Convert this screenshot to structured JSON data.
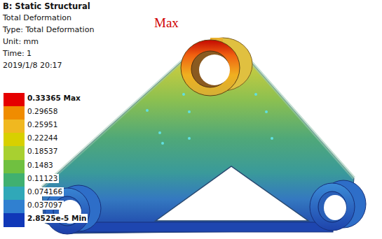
{
  "diagram": {
    "title": "B: Static Structural",
    "labels": [
      "Total Deformation",
      "Type: Total Deformation",
      "Unit: mm",
      "Time: 1",
      "2019/1/8 20:17",
      "Max"
    ],
    "legend": [
      {
        "text": "0.33365 Max",
        "color": "#e50000"
      },
      {
        "text": "0.29658",
        "color": "#f08c00"
      },
      {
        "text": "0.25951",
        "color": "#f0b820"
      },
      {
        "text": "0.22244",
        "color": "#d8d000"
      },
      {
        "text": "0.18537",
        "color": "#a8d030"
      },
      {
        "text": "0.1483",
        "color": "#70c040"
      },
      {
        "text": "0.11123",
        "color": "#40b070"
      },
      {
        "text": "0.074166",
        "color": "#30a8b8"
      },
      {
        "text": "0.037097",
        "color": "#3080d0"
      },
      {
        "text": "2.8525e-5 Min",
        "color": "#1038b8"
      }
    ]
  }
}
